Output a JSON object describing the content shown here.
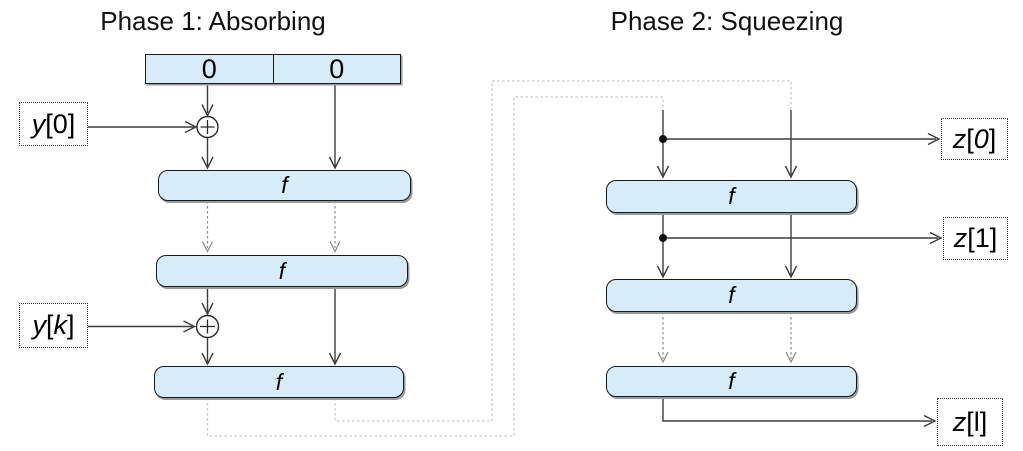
{
  "titles": {
    "phase1": "Phase 1: Absorbing",
    "phase2": "Phase 2: Squeezing"
  },
  "state_register": {
    "cells": [
      "0",
      "0"
    ]
  },
  "f_label": "f",
  "io": {
    "y0": {
      "variable": "y",
      "bracket_open": "[",
      "index": "0",
      "bracket_close": "]",
      "index_style": "normal"
    },
    "yk": {
      "variable": "y",
      "bracket_open": "[",
      "index": "k",
      "bracket_close": "]",
      "index_style": "italic"
    },
    "z0": {
      "variable": "z",
      "bracket_open": "[",
      "index": "0",
      "bracket_close": "]",
      "index_style": "italic"
    },
    "z1": {
      "variable": "z",
      "bracket_open": "[",
      "index": "1",
      "bracket_close": "]",
      "index_style": "normal"
    },
    "zl": {
      "variable": "z",
      "bracket_open": "[",
      "index": "l",
      "bracket_close": "]",
      "index_style": "normal"
    }
  },
  "icons": {
    "xor": "⊕"
  },
  "colors": {
    "box_fill": "#d6ecf8",
    "box_border": "#1a1a1a",
    "solid_arrow": "#3c3c3c",
    "dashed_arrow": "#8c8c8c",
    "routing_line": "#c9c9c9"
  }
}
